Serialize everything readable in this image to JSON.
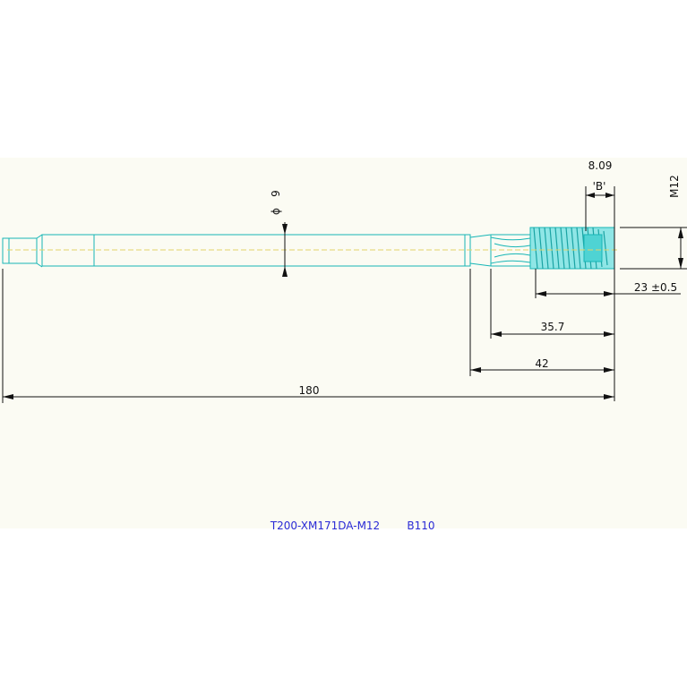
{
  "colors": {
    "background": "#ffffff",
    "sheet": "#fbfbf3",
    "tool_outline": "#17b6b6",
    "thread": "#30c8c8",
    "centerline": "#e3d36a",
    "dimension": "#111111",
    "code_text": "#2a2ad6"
  },
  "dimensions": {
    "shank_diameter": "9",
    "diameter_symbol": "ϕ",
    "thread_spec": "M12",
    "flute_length_b": "8.09",
    "section_mark": "'B'",
    "thread_length": "23 ±0.5",
    "neck_length": "35.7",
    "reduced_length": "42",
    "overall_length": "180"
  },
  "title_block": {
    "part_code": "T200-XM171DA-M12",
    "revision": "B110"
  }
}
